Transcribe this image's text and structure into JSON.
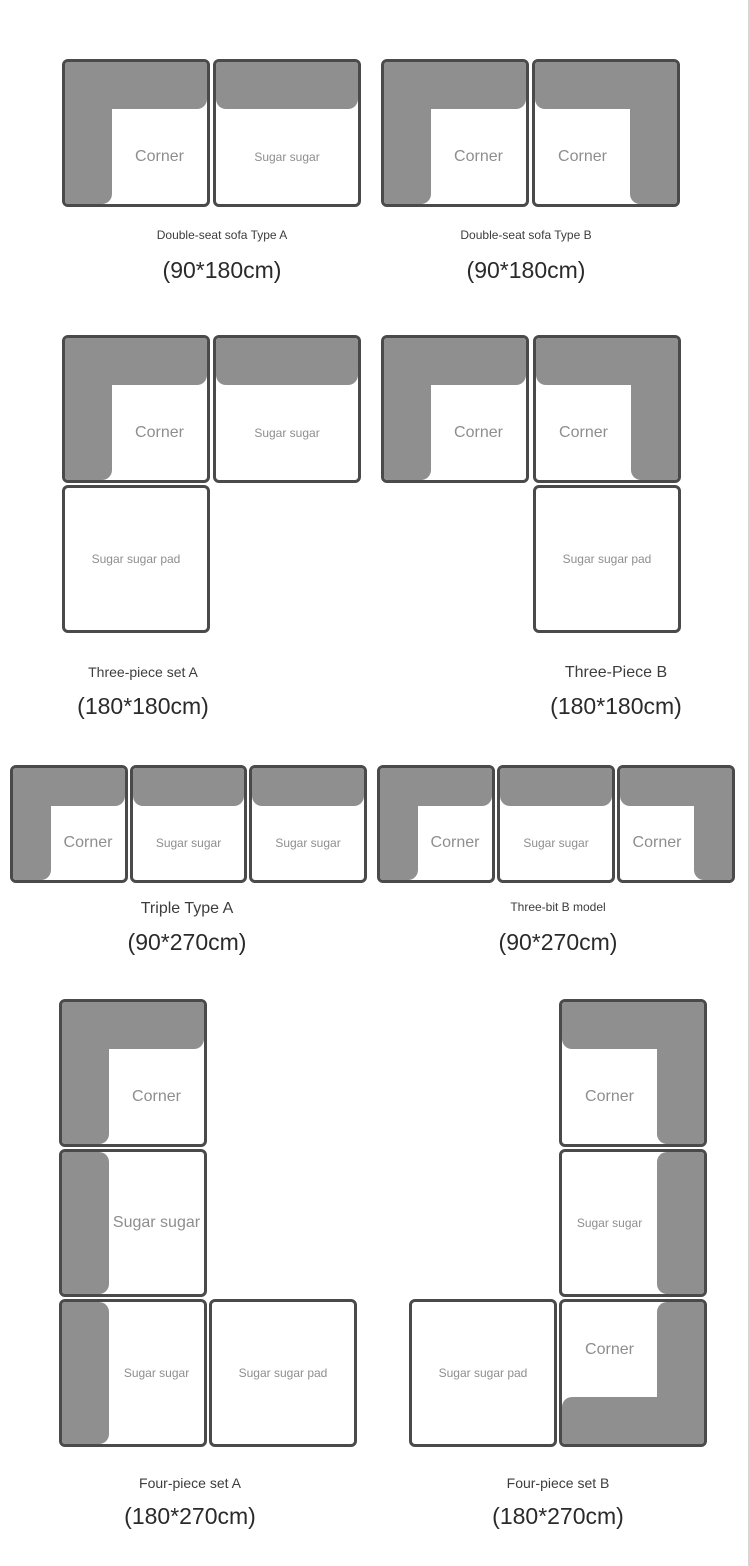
{
  "labels": {
    "corner": "Corner",
    "sugar": "Sugar sugar",
    "pad": "Sugar sugar pad"
  },
  "layouts": {
    "double_a": {
      "name": "Double-seat sofa Type A",
      "size": "(90*180cm)"
    },
    "double_b": {
      "name": "Double-seat sofa Type B",
      "size": "(90*180cm)"
    },
    "three_a": {
      "name": "Three-piece set A",
      "size": "(180*180cm)"
    },
    "three_b": {
      "name": "Three-Piece B",
      "size": "(180*180cm)"
    },
    "triple_a": {
      "name": "Triple Type A",
      "size": "(90*270cm)"
    },
    "triple_b": {
      "name": "Three-bit B model",
      "size": "(90*270cm)"
    },
    "four_a": {
      "name": "Four-piece set A",
      "size": "(180*270cm)"
    },
    "four_b": {
      "name": "Four-piece set B",
      "size": "(180*270cm)"
    }
  },
  "colors": {
    "cushion": "#8f8f8f",
    "outline": "#4a4a4a",
    "module_label": "#8e8e8e"
  }
}
